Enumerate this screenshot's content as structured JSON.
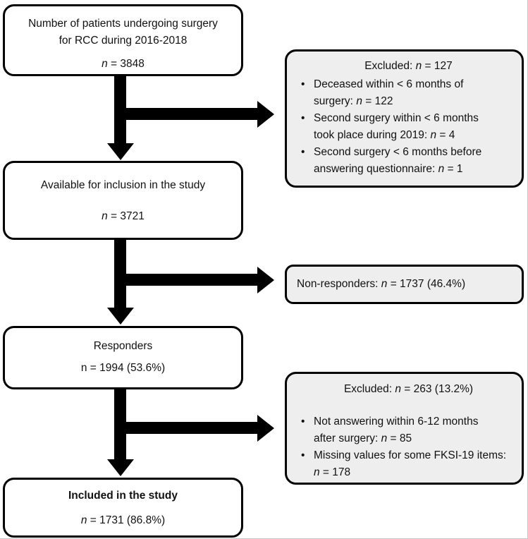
{
  "title": "Patient inclusion flow diagram",
  "colors": {
    "box_border": "#000000",
    "left_box_fill": "#ffffff",
    "side_box_fill": "#eeeeee",
    "arrow": "#000000",
    "text": "#111111",
    "page_edge": "#c6c6c6"
  },
  "flow_boxes": [
    {
      "id": "surgery-count",
      "lines": [
        "Number of patients undergoing surgery",
        "for RCC during 2016-2018"
      ],
      "n_line": "n = 3848"
    },
    {
      "id": "available",
      "lines": [
        "Available for inclusion in the study"
      ],
      "n_line": "n = 3721"
    },
    {
      "id": "responders",
      "lines": [
        "Responders"
      ],
      "n_line": "n = 1994 (53.6%)"
    },
    {
      "id": "included",
      "lines": [
        "Included in the study"
      ],
      "n_line": "n = 1731 (86.8%)"
    }
  ],
  "side_boxes": [
    {
      "id": "excluded-baseline",
      "header": "Excluded: n = 127",
      "bullets": [
        {
          "lines": [
            "Deceased within < 6 months of",
            "surgery: n = 122"
          ]
        },
        {
          "lines": [
            "Second surgery within < 6 months",
            "took place during 2019: n = 4"
          ]
        },
        {
          "lines": [
            "Second surgery < 6 months before",
            "answering questionnaire: n = 1"
          ]
        }
      ]
    },
    {
      "id": "non-responders",
      "text": "Non-responders: n = 1737 (46.4%)"
    },
    {
      "id": "excluded-followup",
      "header": "Excluded: n = 263 (13.2%)",
      "bullets": [
        {
          "lines": [
            "Not answering within 6-12 months",
            "after surgery: n = 85"
          ]
        },
        {
          "lines": [
            "Missing values for some FKSI-19 items:",
            "n = 178"
          ]
        }
      ]
    }
  ]
}
